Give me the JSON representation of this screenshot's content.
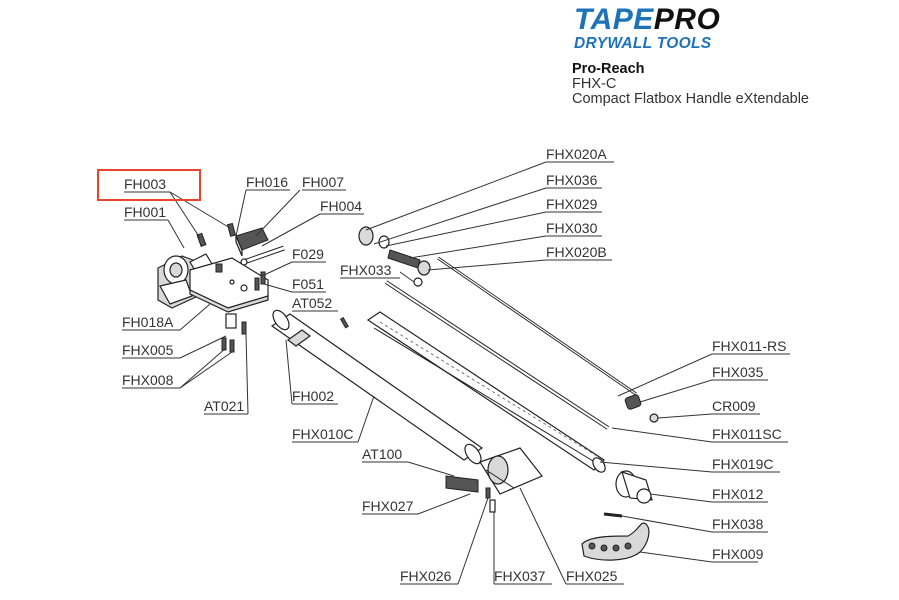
{
  "brand": {
    "tape": "TAPE",
    "pro": "PRO",
    "subtitle": "DRYWALL TOOLS"
  },
  "product": {
    "name": "Pro-Reach",
    "code": "FHX-C",
    "description": "Compact Flatbox Handle eXtendable"
  },
  "colors": {
    "brand_blue": "#1e73b8",
    "highlight": "#e8452c"
  },
  "highlighted_part": "FH003",
  "parts": [
    "FH003",
    "FH001",
    "FH016",
    "FH007",
    "FH004",
    "F029",
    "F051",
    "AT052",
    "FH018A",
    "FHX005",
    "FHX008",
    "AT021",
    "FH002",
    "FHX010C",
    "AT100",
    "FHX027",
    "FHX026",
    "FHX037",
    "FHX025",
    "FHX020A",
    "FHX036",
    "FHX029",
    "FHX030",
    "FHX020B",
    "FHX033",
    "FHX011-RS",
    "FHX035",
    "CR009",
    "FHX011SC",
    "FHX019C",
    "FHX012",
    "FHX038",
    "FHX009"
  ]
}
